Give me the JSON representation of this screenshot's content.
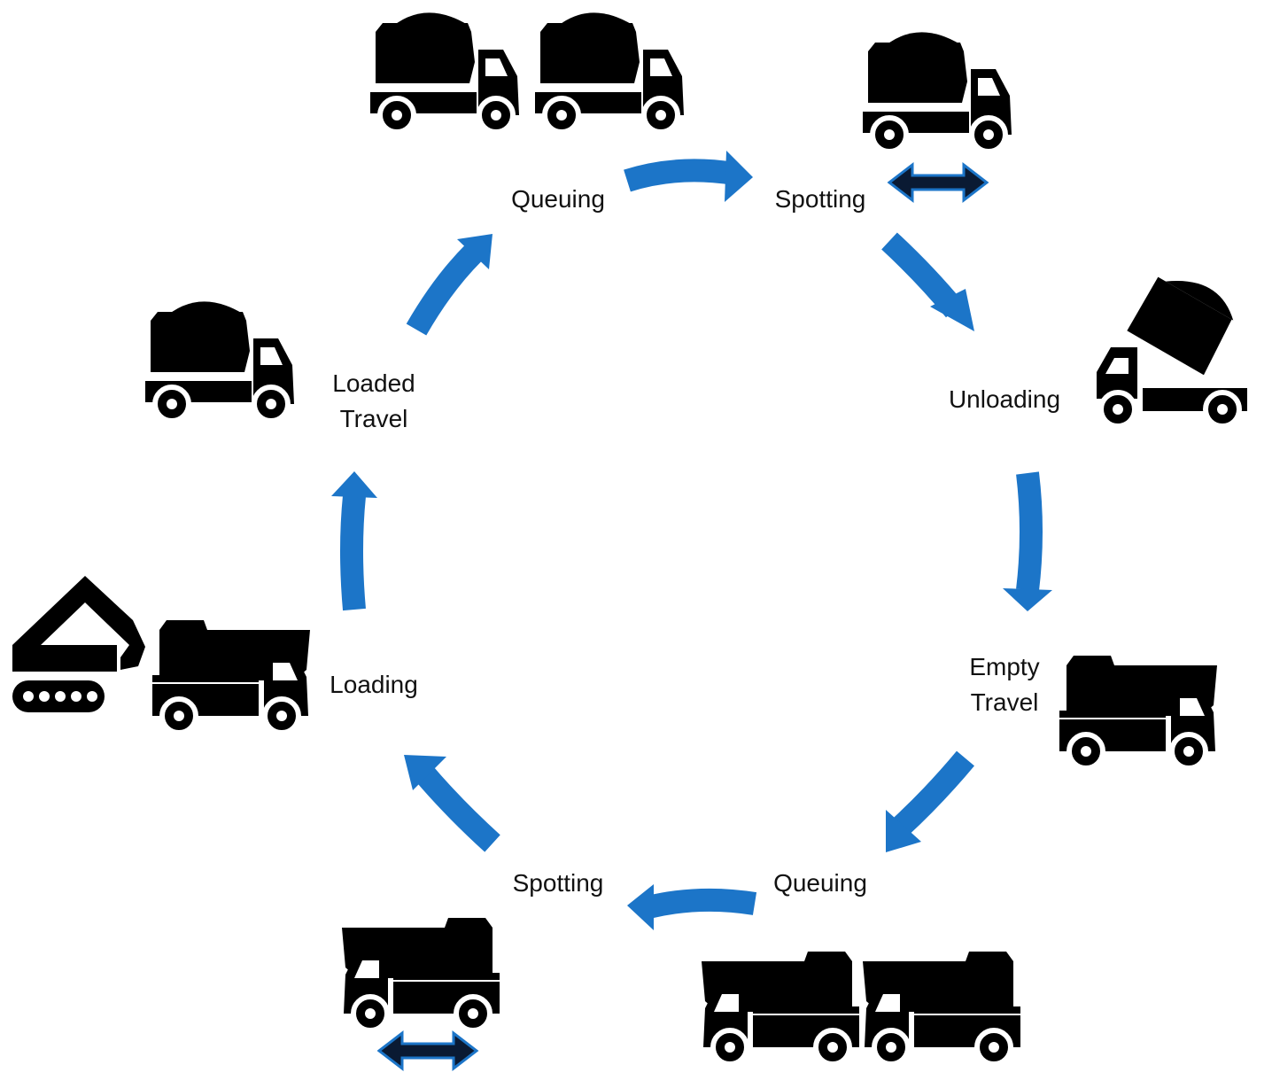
{
  "colors": {
    "arrow": "#1C75C8",
    "icon": "#000000",
    "spot_arrow_fill": "#0A1A33",
    "spot_arrow_outline": "#1C75C8"
  },
  "stages": {
    "queuing_loaded": "Queuing",
    "spotting_unload": "Spotting",
    "unloading": "Unloading",
    "empty_travel_line1": "Empty",
    "empty_travel_line2": "Travel",
    "queuing_empty": "Queuing",
    "spotting_load": "Spotting",
    "loading": "Loading",
    "loaded_travel_line1": "Loaded",
    "loaded_travel_line2": "Travel"
  },
  "icons": [
    "loaded-truck-icon",
    "dump-truck-icon",
    "tipping-truck-icon",
    "excavator-icon",
    "double-arrow-icon"
  ]
}
